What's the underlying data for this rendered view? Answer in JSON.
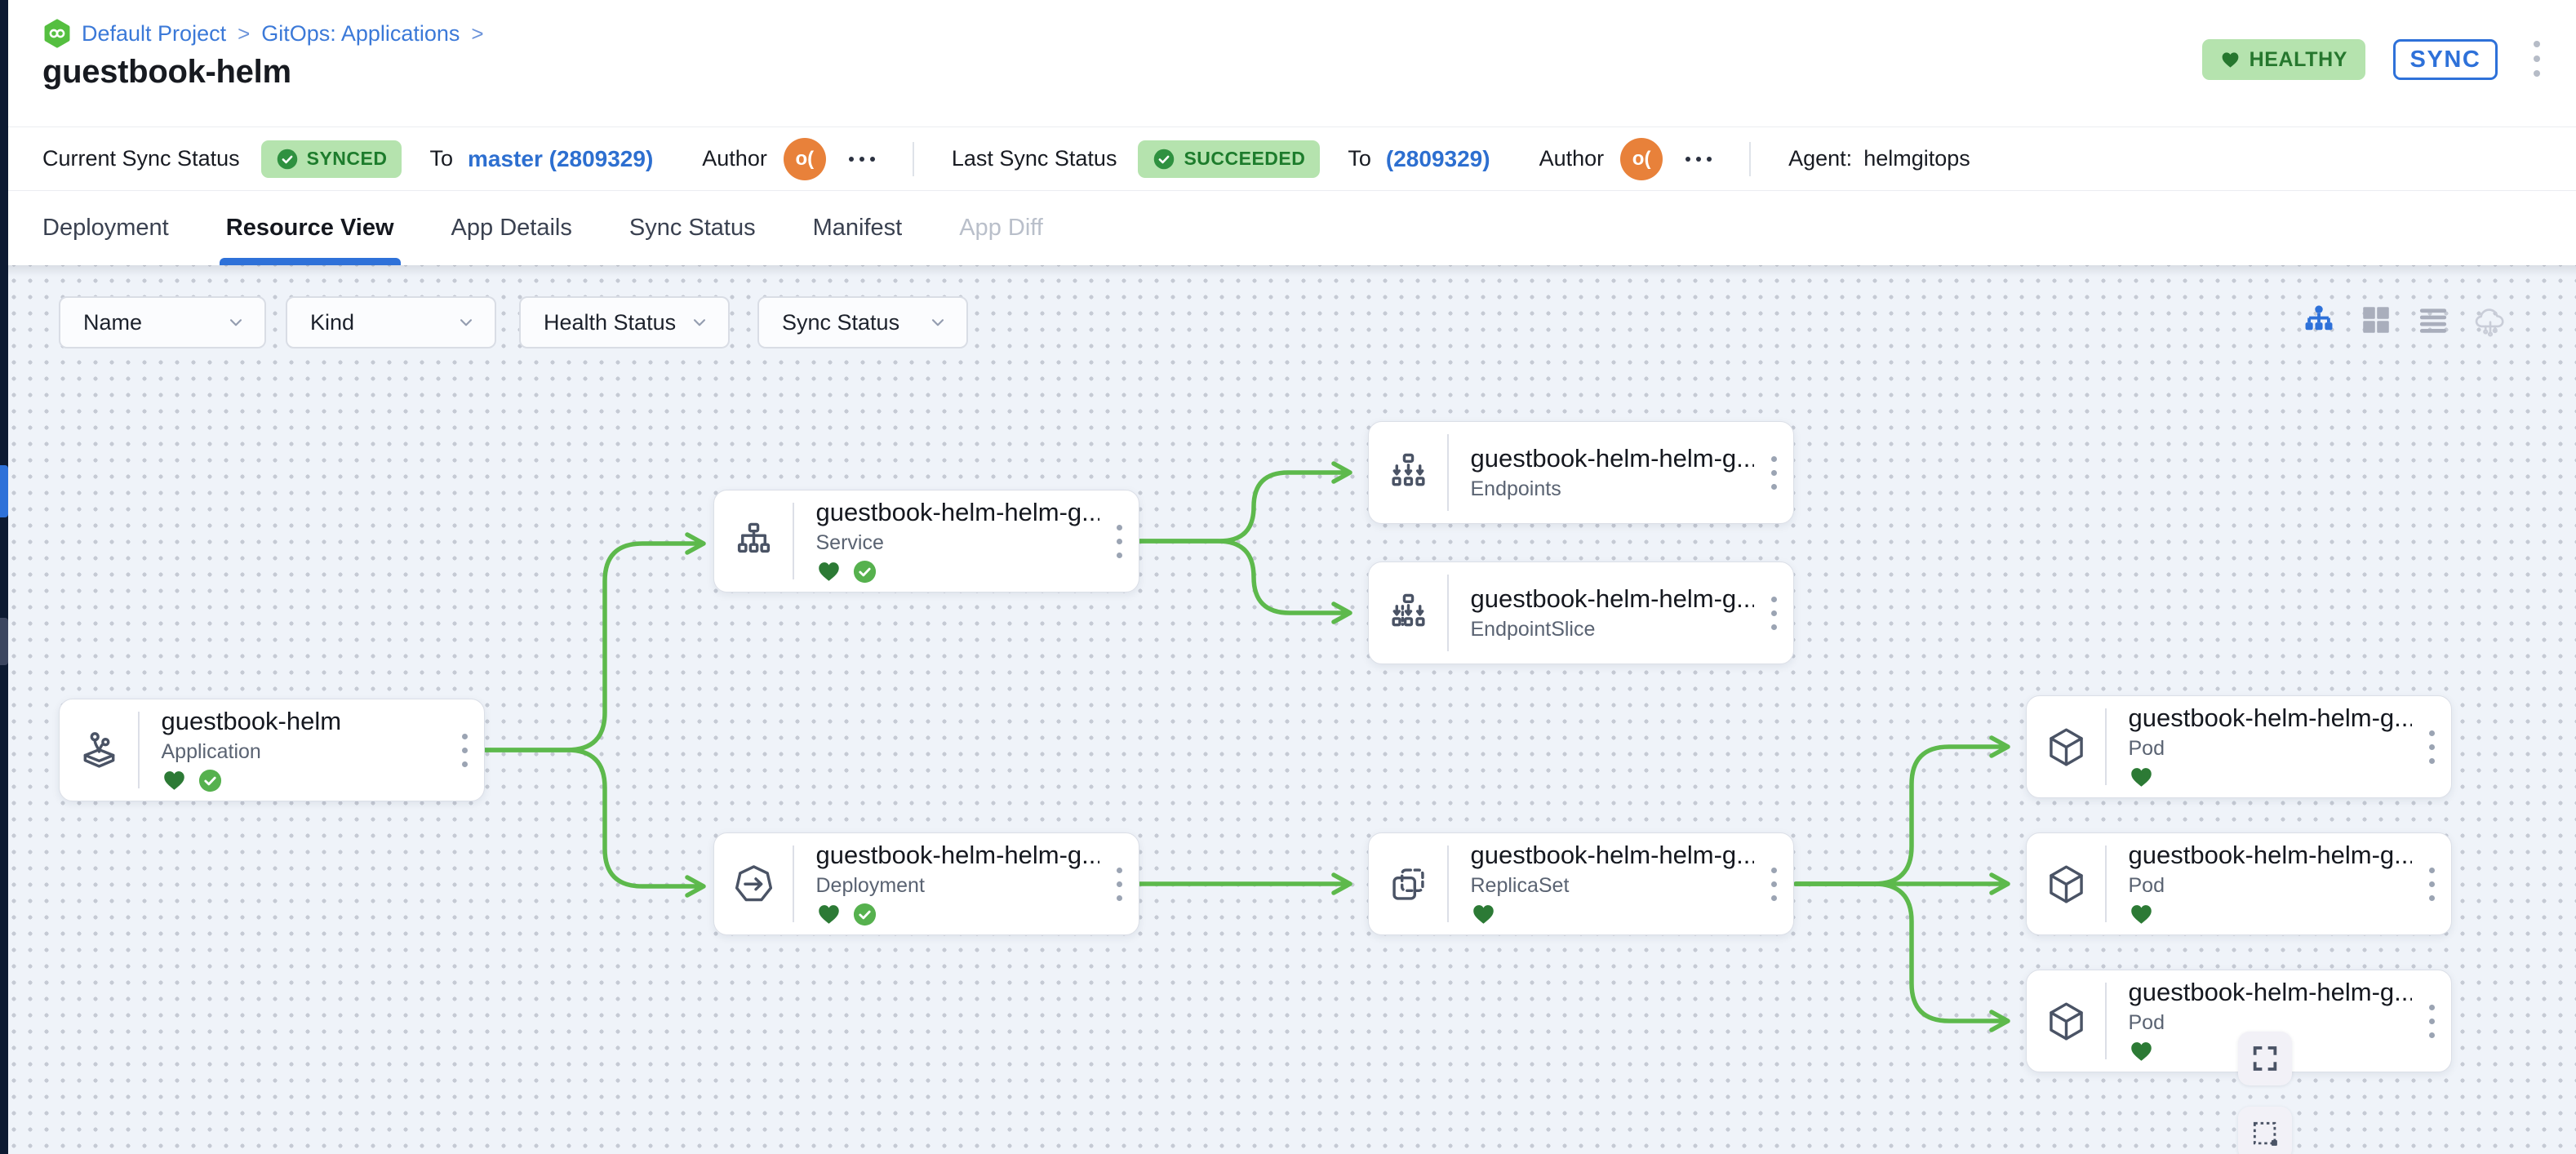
{
  "breadcrumb": {
    "project": "Default Project",
    "section": "GitOps: Applications",
    "sep": ">",
    "logo_icon": "codefresh-logo-icon"
  },
  "header": {
    "title": "guestbook-helm",
    "health_badge": "HEALTHY",
    "sync_button": "SYNC"
  },
  "status_bar": {
    "current": {
      "label": "Current Sync Status",
      "badge": "SYNCED",
      "to_label": "To",
      "revision": "master (2809329)",
      "author_label": "Author",
      "avatar_text": "o("
    },
    "last": {
      "label": "Last Sync Status",
      "badge": "SUCCEEDED",
      "to_label": "To",
      "revision": "(2809329)",
      "author_label": "Author",
      "avatar_text": "o("
    },
    "agent": {
      "label": "Agent:",
      "value": "helmgitops"
    }
  },
  "tabs": [
    {
      "label": "Deployment",
      "state": "normal"
    },
    {
      "label": "Resource View",
      "state": "active"
    },
    {
      "label": "App Details",
      "state": "normal"
    },
    {
      "label": "Sync Status",
      "state": "normal"
    },
    {
      "label": "Manifest",
      "state": "normal"
    },
    {
      "label": "App Diff",
      "state": "disabled"
    }
  ],
  "filters": [
    {
      "label": "Name"
    },
    {
      "label": "Kind"
    },
    {
      "label": "Health Status"
    },
    {
      "label": "Sync Status"
    }
  ],
  "view_modes": [
    {
      "icon": "tree-view-icon",
      "active": true
    },
    {
      "icon": "grid-view-icon",
      "active": false
    },
    {
      "icon": "list-view-icon",
      "active": false
    },
    {
      "icon": "cloud-view-icon",
      "active": false
    }
  ],
  "nodes": [
    {
      "title": "guestbook-helm",
      "kind": "Application",
      "icon": "application-icon",
      "healthy": true,
      "synced": true
    },
    {
      "title": "guestbook-helm-helm-g...",
      "kind": "Service",
      "icon": "service-icon",
      "healthy": true,
      "synced": true
    },
    {
      "title": "guestbook-helm-helm-g...",
      "kind": "Endpoints",
      "icon": "endpoints-icon",
      "healthy": false,
      "synced": false
    },
    {
      "title": "guestbook-helm-helm-g...",
      "kind": "EndpointSlice",
      "icon": "endpointslice-icon",
      "healthy": false,
      "synced": false
    },
    {
      "title": "guestbook-helm-helm-g...",
      "kind": "Deployment",
      "icon": "deployment-icon",
      "healthy": true,
      "synced": true
    },
    {
      "title": "guestbook-helm-helm-g...",
      "kind": "ReplicaSet",
      "icon": "replicaset-icon",
      "healthy": true,
      "synced": false
    },
    {
      "title": "guestbook-helm-helm-g...",
      "kind": "Pod",
      "icon": "pod-icon",
      "healthy": true,
      "synced": false
    },
    {
      "title": "guestbook-helm-helm-g...",
      "kind": "Pod",
      "icon": "pod-icon",
      "healthy": true,
      "synced": false
    },
    {
      "title": "guestbook-helm-helm-g...",
      "kind": "Pod",
      "icon": "pod-icon",
      "healthy": true,
      "synced": false
    }
  ],
  "canvas_controls": [
    {
      "icon": "fullscreen-icon"
    },
    {
      "icon": "marquee-select-icon"
    }
  ],
  "colors": {
    "accent_blue": "#2e71d9",
    "connector_green": "#5db94c",
    "health_green": "#2c7a35",
    "badge_green_bg": "#b5e3ae",
    "badge_green_text": "#1d7c2c",
    "avatar_orange": "#e8813a",
    "canvas_bg": "#eff3f9"
  }
}
